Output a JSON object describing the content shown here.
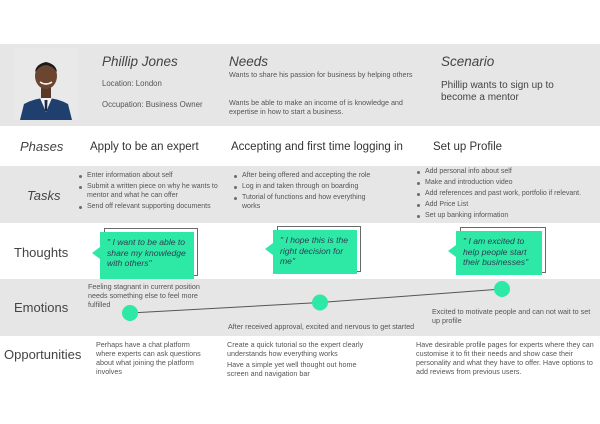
{
  "persona": {
    "name": "Phillip Jones",
    "location": "Location: London",
    "occupation": "Occupation: Business Owner"
  },
  "needs": {
    "heading": "Needs",
    "items": [
      "Wants to share his passion for business by helping others",
      "Wants be able to make an income of is knowledge and expertise in how to start a business."
    ]
  },
  "scenario": {
    "heading": "Scenario",
    "text": "Phillip wants to sign up to become a mentor"
  },
  "rows": {
    "phases": "Phases",
    "tasks": "Tasks",
    "thoughts": "Thoughts",
    "emotions": "Emotions",
    "opportunities": "Opportunities"
  },
  "phases": [
    "Apply to be an expert",
    "Accepting and first time logging in",
    "Set up Profile"
  ],
  "tasks": {
    "col1": [
      "Enter information about self",
      "Submit a written piece on why he wants to mentor and what he can offer",
      "Send off relevant supporting documents"
    ],
    "col2": [
      "After being offered and accepting the role",
      "Log in and taken through on boarding",
      "Tutorial of functions and how everything works"
    ],
    "col3": [
      "Add personal info about self",
      "Make and introduction video",
      "Add references and past work, portfolio if relevant.",
      "Add Price List",
      "Set up banking information"
    ]
  },
  "thoughts": [
    "\" I want to be able to share my knowledge with others\"",
    "\" I hope this is the right decision for me\"",
    "\" I am excited to help people start their businesses\""
  ],
  "emotions": {
    "labels": [
      "Feeling stagnant in current position needs something else to feel more fulfilled",
      "After received approval, excited and nervous to get started",
      "Excited to motivate people and can not wait to set up profile"
    ],
    "levels": [
      0.2,
      0.55,
      1.0
    ],
    "color": "#2ee8a6"
  },
  "opportunities": [
    "Perhaps have a chat platform where experts can ask questions about what joining the platform involves",
    "Create a quick tutorial so the expert clearly understands how everything works",
    "Have a simple yet well thought out home screen and navigation bar",
    "Have desirable profile pages for experts where they can customise it to fit their needs and show case their personality and what they have to offer. Have options to add reviews from previous users."
  ],
  "colors": {
    "accent": "#2ee8a6",
    "band": "#e6e6e6",
    "text": "#4a4a4a"
  }
}
